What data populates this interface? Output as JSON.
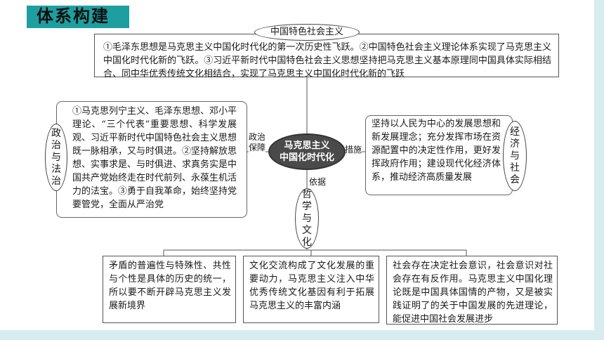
{
  "header": {
    "title": "体系构建"
  },
  "center": {
    "line1": "马克思主义",
    "line2": "中国化时代化"
  },
  "top": {
    "label": "中国特色社会主义",
    "text": "①毛泽东思想是马克思主义中国化时代化的第一次历史性飞跃。②中国特色社会主义理论体系实现了马克思主义中国化时代化新的飞跃。③习近平新时代中国特色社会主义思想坚持把马克思主义基本原理同中国具体实际相结合、同中华优秀传统文化相结合，实现了马克思主义中国化时代化新的飞跃"
  },
  "left": {
    "label_chars": [
      "政",
      "治",
      "与",
      "法",
      "治"
    ],
    "edge_label_line1": "政治",
    "edge_label_line2": "保障",
    "text": "①马克思列宁主义、毛泽东思想、邓小平理论、“三个代表”重要思想、科学发展观、习近平新时代中国特色社会主义思想既一脉相承，又与时俱进。②坚持解放思想、实事求是、与时俱进、求真务实是中国共产党始终走在时代前列、永葆生机活力的法宝。③勇于自我革命，始终坚持党要管党，全面从严治党"
  },
  "right": {
    "label_chars": [
      "经",
      "济",
      "与",
      "社",
      "会"
    ],
    "edge_label": "措施",
    "text": "坚持以人民为中心的发展思想和新发展理念；充分发挥市场在资源配置中的决定性作用，更好发挥政府作用；建设现代化经济体系，推动经济高质量发展"
  },
  "bottom": {
    "label_chars": [
      "哲",
      "学",
      "与",
      "文",
      "化"
    ],
    "edge_label": "依据",
    "boxes": [
      {
        "text": "矛盾的普遍性与特殊性、共性与个性是具体的历史的统一，所以要不断开辟马克思主义发展新境界"
      },
      {
        "text": "文化交流构成了文化发展的重要动力，马克思主义注入中华优秀传统文化基因有利于拓展马克思主义的丰富内涵"
      },
      {
        "text": "社会存在决定社会意识，社会意识对社会存在有反作用。马克思主义中国化理论既是中国具体国情的产物，又是被实践证明了的关于中国发展的先进理论，能促进中国社会发展进步"
      }
    ]
  }
}
